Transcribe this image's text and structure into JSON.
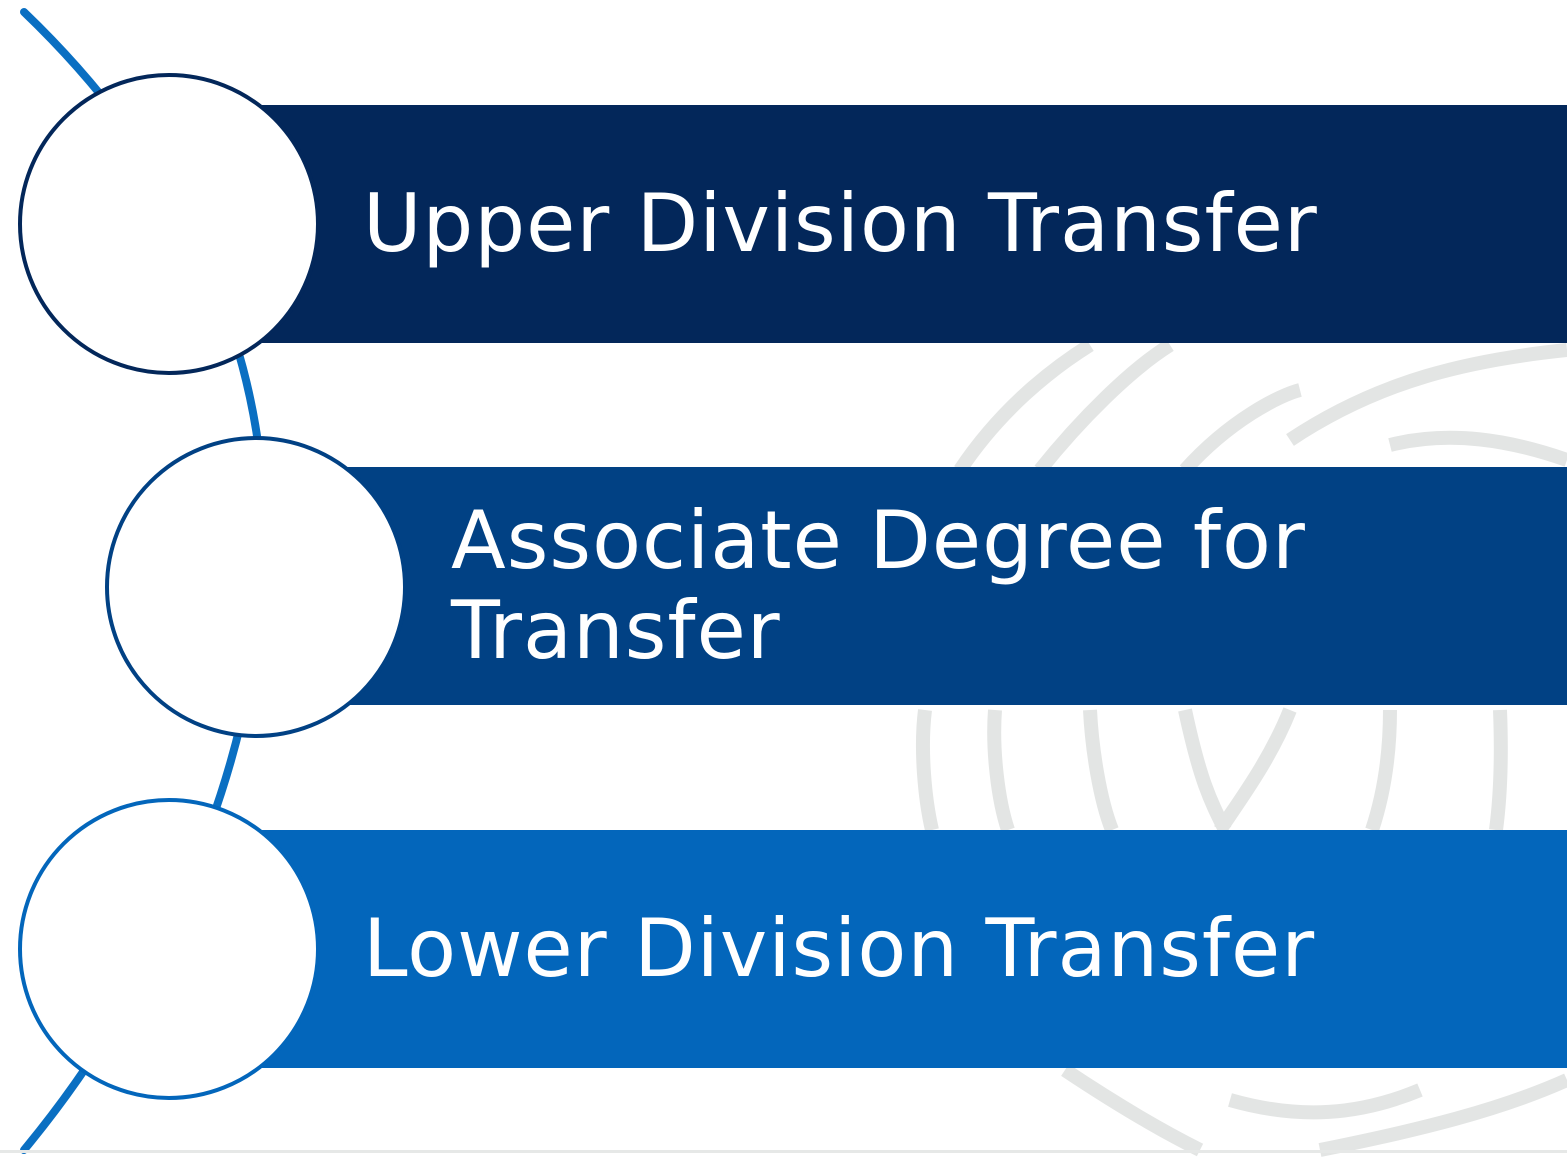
{
  "diagram": {
    "items": [
      {
        "label": "Upper Division Transfer",
        "color": "#03275A"
      },
      {
        "label": "Associate Degree for\nTransfer",
        "color": "#014184"
      },
      {
        "label": "Lower Division Transfer",
        "color": "#0366BB"
      }
    ],
    "connector_color": "#0A6FC2",
    "watermark_color": "#E6E8E7"
  }
}
